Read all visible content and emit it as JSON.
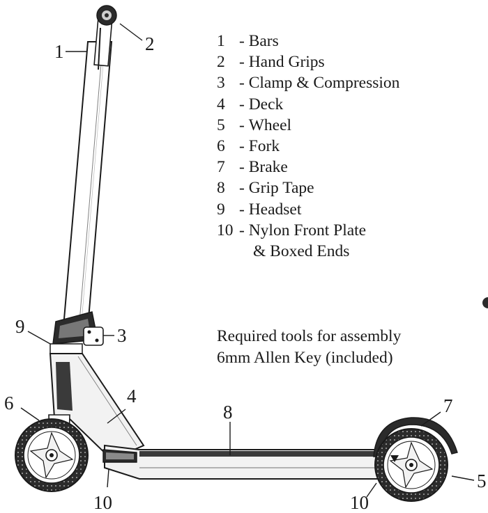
{
  "parts": [
    {
      "num": "1",
      "label": "Bars"
    },
    {
      "num": "2",
      "label": "Hand Grips"
    },
    {
      "num": "3",
      "label": "Clamp & Compression"
    },
    {
      "num": "4",
      "label": "Deck"
    },
    {
      "num": "5",
      "label": "Wheel"
    },
    {
      "num": "6",
      "label": "Fork"
    },
    {
      "num": "7",
      "label": "Brake"
    },
    {
      "num": "8",
      "label": "Grip Tape"
    },
    {
      "num": "9",
      "label": "Headset"
    },
    {
      "num": "10",
      "label": "Nylon Front Plate"
    }
  ],
  "part_10_continuation": "& Boxed Ends",
  "separator": "-",
  "tools": {
    "line1": "Required tools for assembly",
    "line2": "6mm Allen Key (included)"
  },
  "callouts": {
    "bars": "1",
    "grips": "2",
    "clamp": "3",
    "deck": "4",
    "wheel_rear": "5",
    "fork": "6",
    "brake": "7",
    "grip_tape": "8",
    "headset": "9",
    "plate_front": "10",
    "plate_rear": "10"
  },
  "colors": {
    "line": "#1a1a1a",
    "tire": "#2b2b2b",
    "metal": "#f2f2f2"
  }
}
